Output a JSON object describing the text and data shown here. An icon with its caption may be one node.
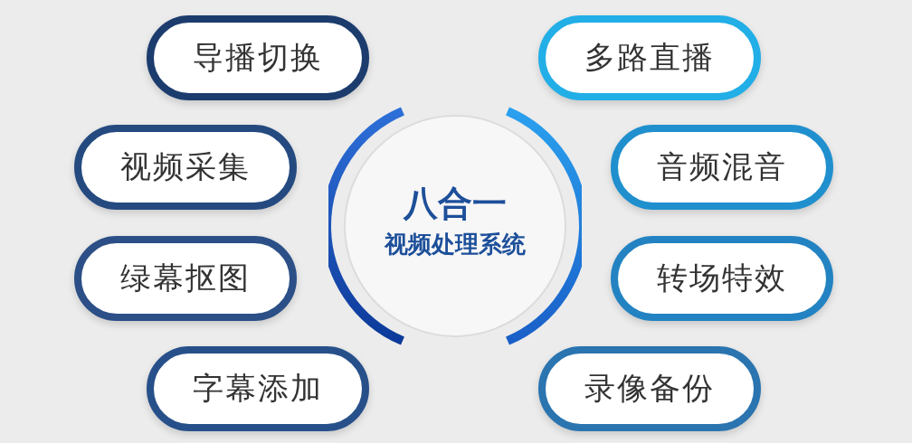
{
  "diagram": {
    "nodes": [
      {
        "text": [
          "八合一",
          "视频处理系统"
        ]
      },
      {
        "text": [
          "导播切换"
        ]
      },
      {
        "text": [
          "多路直播"
        ]
      },
      {
        "text": [
          "视频采集"
        ]
      },
      {
        "text": [
          "音频混音"
        ]
      },
      {
        "text": [
          "绿幕抠图"
        ]
      },
      {
        "text": [
          "转场特效"
        ]
      },
      {
        "text": [
          "字幕添加"
        ]
      },
      {
        "text": [
          "录像备份"
        ]
      }
    ],
    "edges": []
  }
}
